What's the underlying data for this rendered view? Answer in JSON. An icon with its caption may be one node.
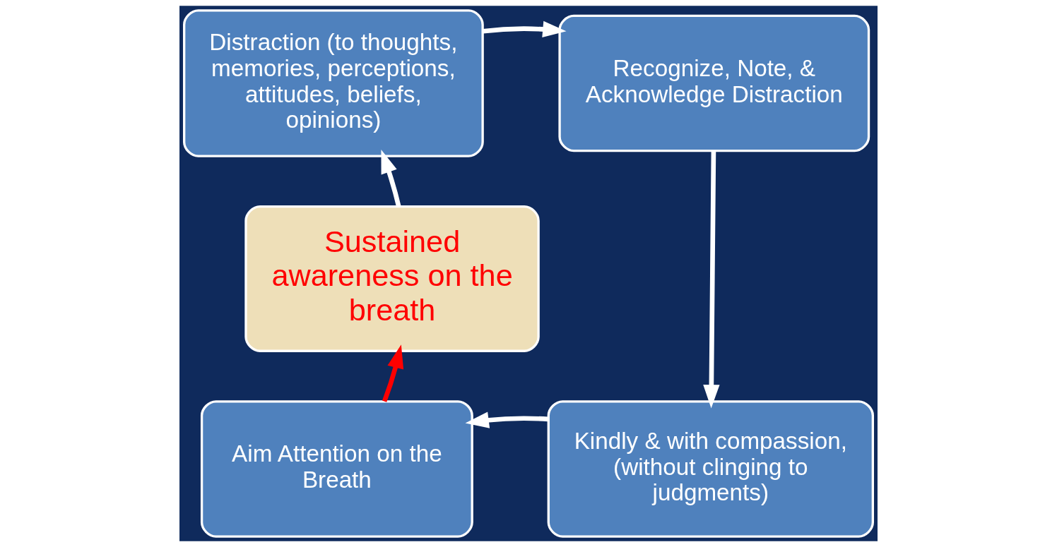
{
  "diagram": {
    "nodes": [
      {
        "text": [
          "Distraction (to thoughts, memories, perceptions, attitudes, beliefs, opinions)"
        ]
      },
      {
        "text": [
          "Recognize, Note, & Acknowledge Distraction"
        ]
      },
      {
        "text": [
          "Kindly & with compassion, (without clinging to judgments)"
        ]
      },
      {
        "text": [
          "Aim Attention on the Breath"
        ]
      },
      {
        "text": [
          "Sustained awareness on the breath"
        ]
      }
    ],
    "edges": [
      {
        "from": 0,
        "to": 1,
        "arrow": "to"
      },
      {
        "from": 1,
        "to": 2,
        "arrow": "to"
      },
      {
        "from": 2,
        "to": 3,
        "arrow": "to"
      },
      {
        "from": 3,
        "to": 4,
        "arrow": "to",
        "color": "#ff0000"
      },
      {
        "from": 4,
        "to": 0,
        "arrow": "to"
      }
    ]
  }
}
